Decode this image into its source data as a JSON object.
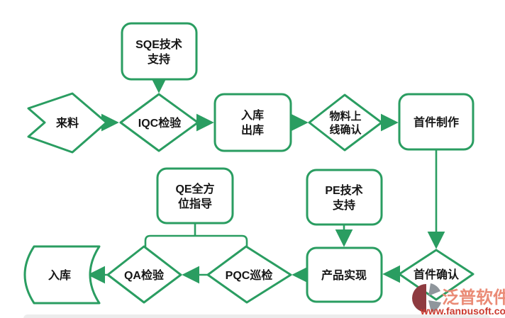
{
  "colors": {
    "line_green": "#2a9d61",
    "text_black": "#151515",
    "watermark_brand": "#ea8b76",
    "watermark_url": "#cb3a2f",
    "logo_dark_red": "#8e3b40",
    "logo_gray": "#8f969c"
  },
  "nodes": {
    "incoming": {
      "label": "来料"
    },
    "iqc": {
      "label": "IQC检验"
    },
    "sqe": {
      "line1": "SQE技术",
      "line2": "支持"
    },
    "warehouse_io": {
      "line1": "入库",
      "line2": "出库"
    },
    "material_online": {
      "line1": "物料上",
      "line2": "线确认"
    },
    "first_article_make": {
      "label": "首件制作"
    },
    "qe": {
      "line1": "QE全方",
      "line2": "位指导"
    },
    "pe": {
      "line1": "PE技术",
      "line2": "支持"
    },
    "first_article_confirm": {
      "label": "首件确认"
    },
    "product_realize": {
      "label": "产品实现"
    },
    "pqc": {
      "label": "PQC巡检"
    },
    "qa": {
      "label": "QA检验"
    },
    "storage_in": {
      "label": "入库"
    }
  },
  "watermark": {
    "brand": "泛普软件",
    "url": "www.fanpusoft.com"
  }
}
